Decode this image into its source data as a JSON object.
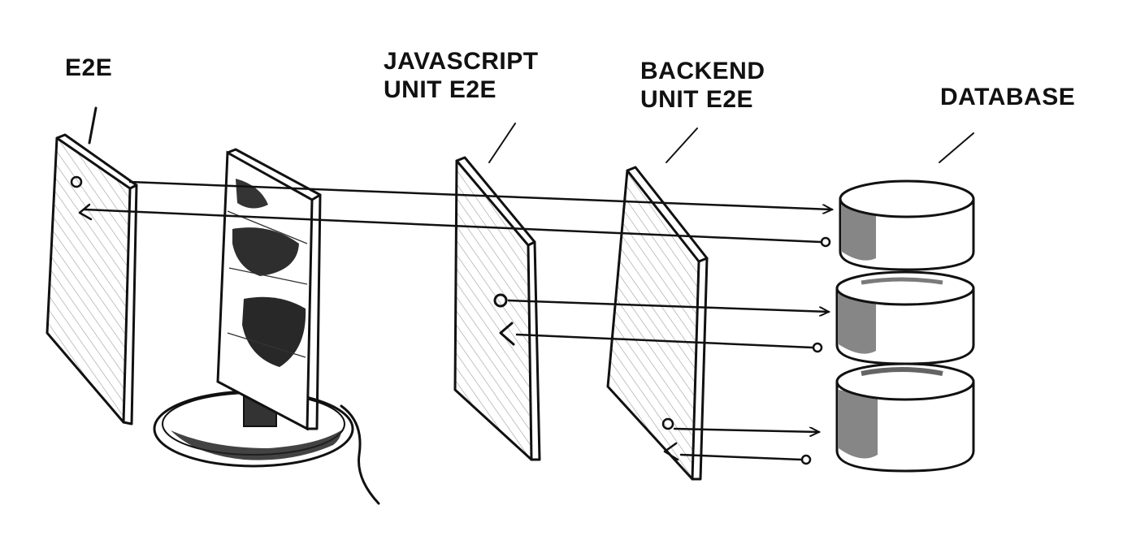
{
  "labels": {
    "e2e": "E2E",
    "javascript_line1": "JAVASCRIPT",
    "javascript_line2": "UNIT E2E",
    "backend_line1": "BACKEND",
    "backend_line2": "UNIT E2E",
    "database": "DATABASE"
  },
  "colors": {
    "ink": "#111111",
    "paper": "#ffffff"
  }
}
